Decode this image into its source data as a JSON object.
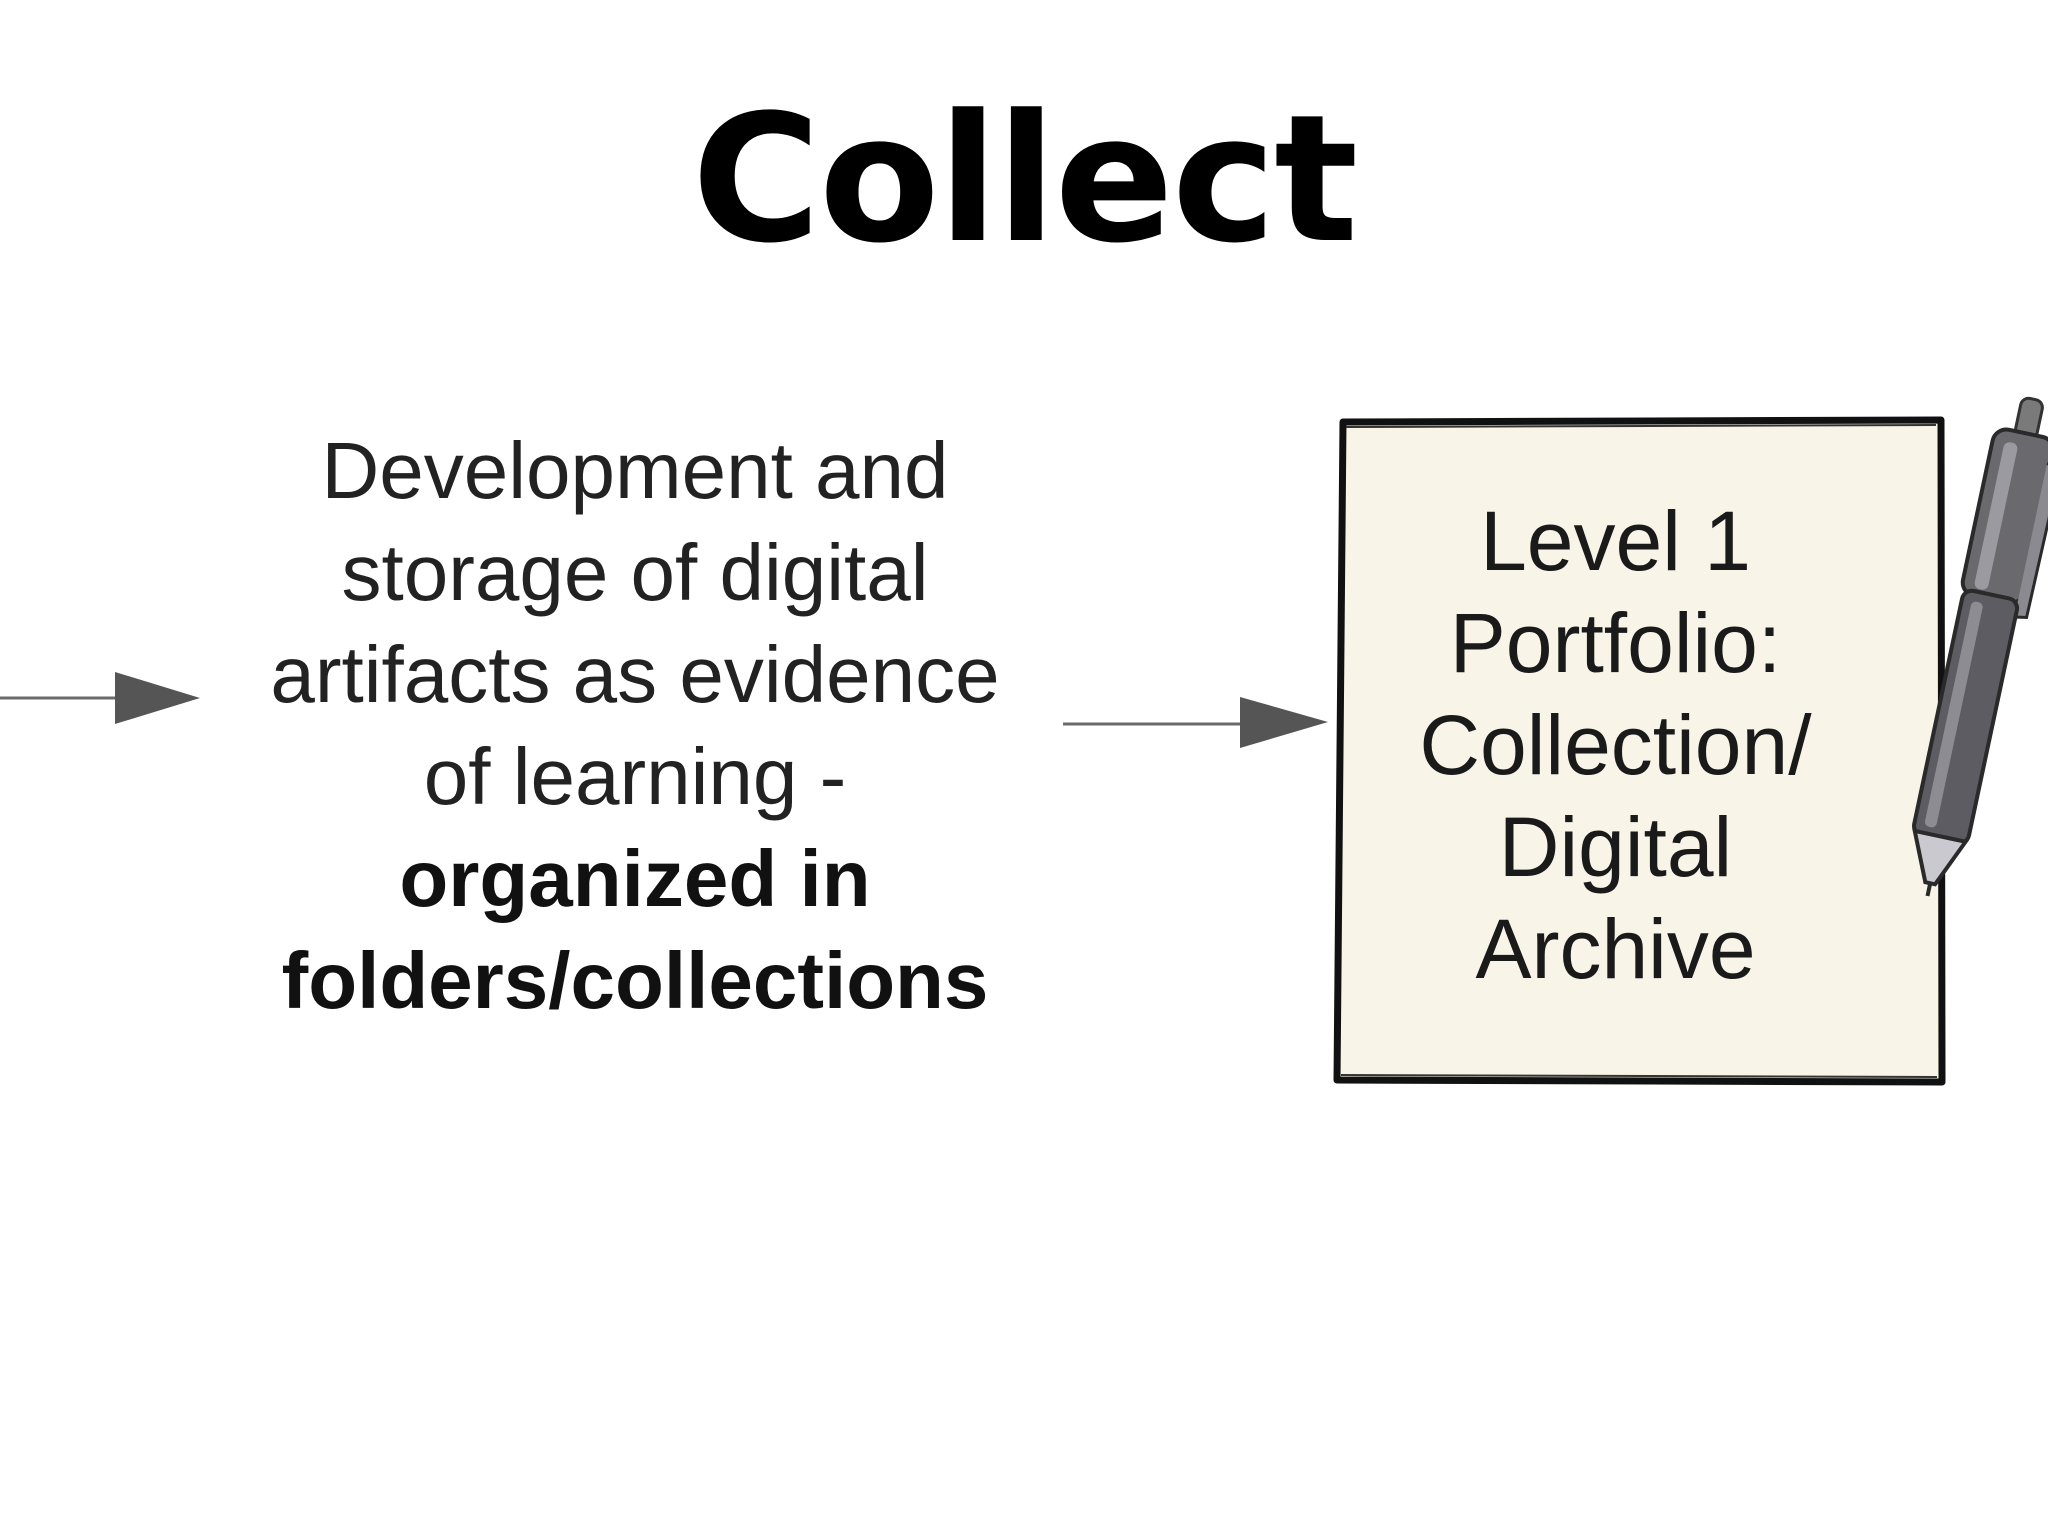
{
  "title": "Collect",
  "description": {
    "lines": [
      "Development and",
      "storage of digital",
      "artifacts as evidence",
      "of learning -"
    ],
    "bold_lines": [
      "organized in",
      "folders/collections"
    ]
  },
  "level_box": {
    "lines": [
      "Level 1",
      "Portfolio:",
      "Collection/",
      "Digital",
      "Archive"
    ],
    "icon": "pen-icon",
    "fill_color": "#f8f4e8"
  },
  "colors": {
    "arrow": "#555555",
    "box_border": "#111111"
  }
}
